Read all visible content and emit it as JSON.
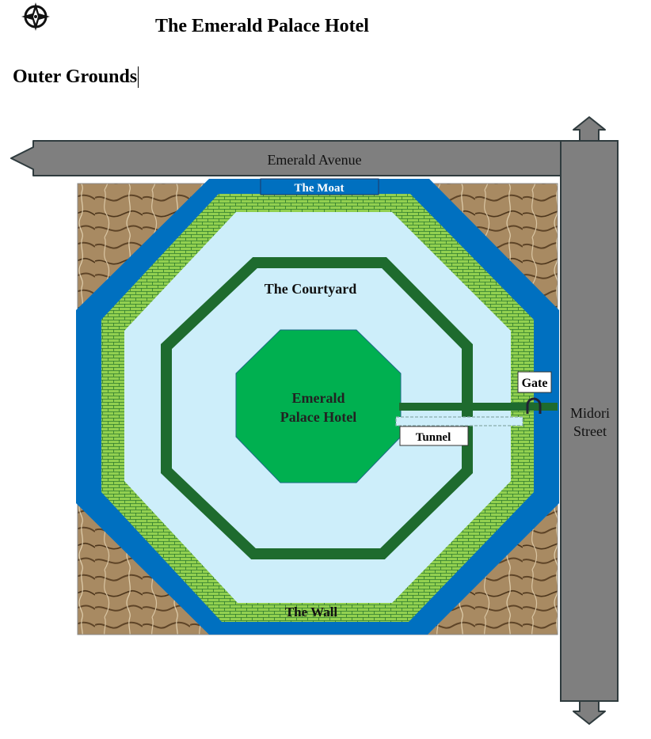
{
  "header": {
    "title": "The Emerald Palace Hotel",
    "subtitle": "Outer Grounds",
    "compass_icon": "compass-rose-icon"
  },
  "map": {
    "labels": {
      "avenue": "Emerald Avenue",
      "street_line1": "Midori",
      "street_line2": "Street",
      "moat": "The Moat",
      "courtyard": "The Courtyard",
      "hotel_line1": "Emerald",
      "hotel_line2": "Palace Hotel",
      "gate": "Gate",
      "tunnel": "Tunnel",
      "wall": "The Wall"
    },
    "colors": {
      "road": "#7f7f7f",
      "moat": "#0070c0",
      "wall": "#92d050",
      "courtyard": "#cdeefa",
      "path": "#1e6b2e",
      "hotel": "#00b050",
      "ground": "#a88a62"
    }
  }
}
